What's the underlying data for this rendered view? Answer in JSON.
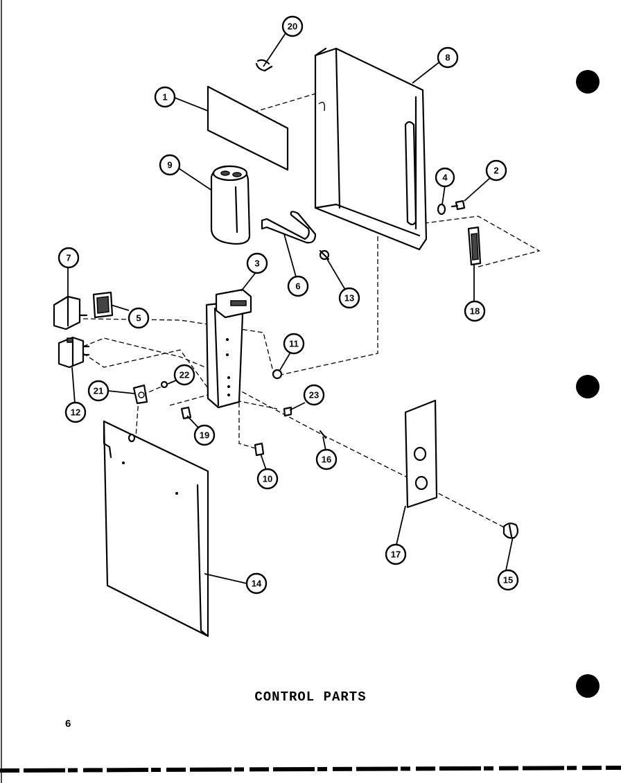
{
  "title": "CONTROL PARTS",
  "page_number": "6",
  "callouts": [
    "20",
    "1",
    "8",
    "9",
    "4",
    "2",
    "6",
    "13",
    "18",
    "7",
    "3",
    "5",
    "11",
    "12",
    "22",
    "21",
    "23",
    "19",
    "16",
    "10",
    "17",
    "15",
    "14"
  ]
}
